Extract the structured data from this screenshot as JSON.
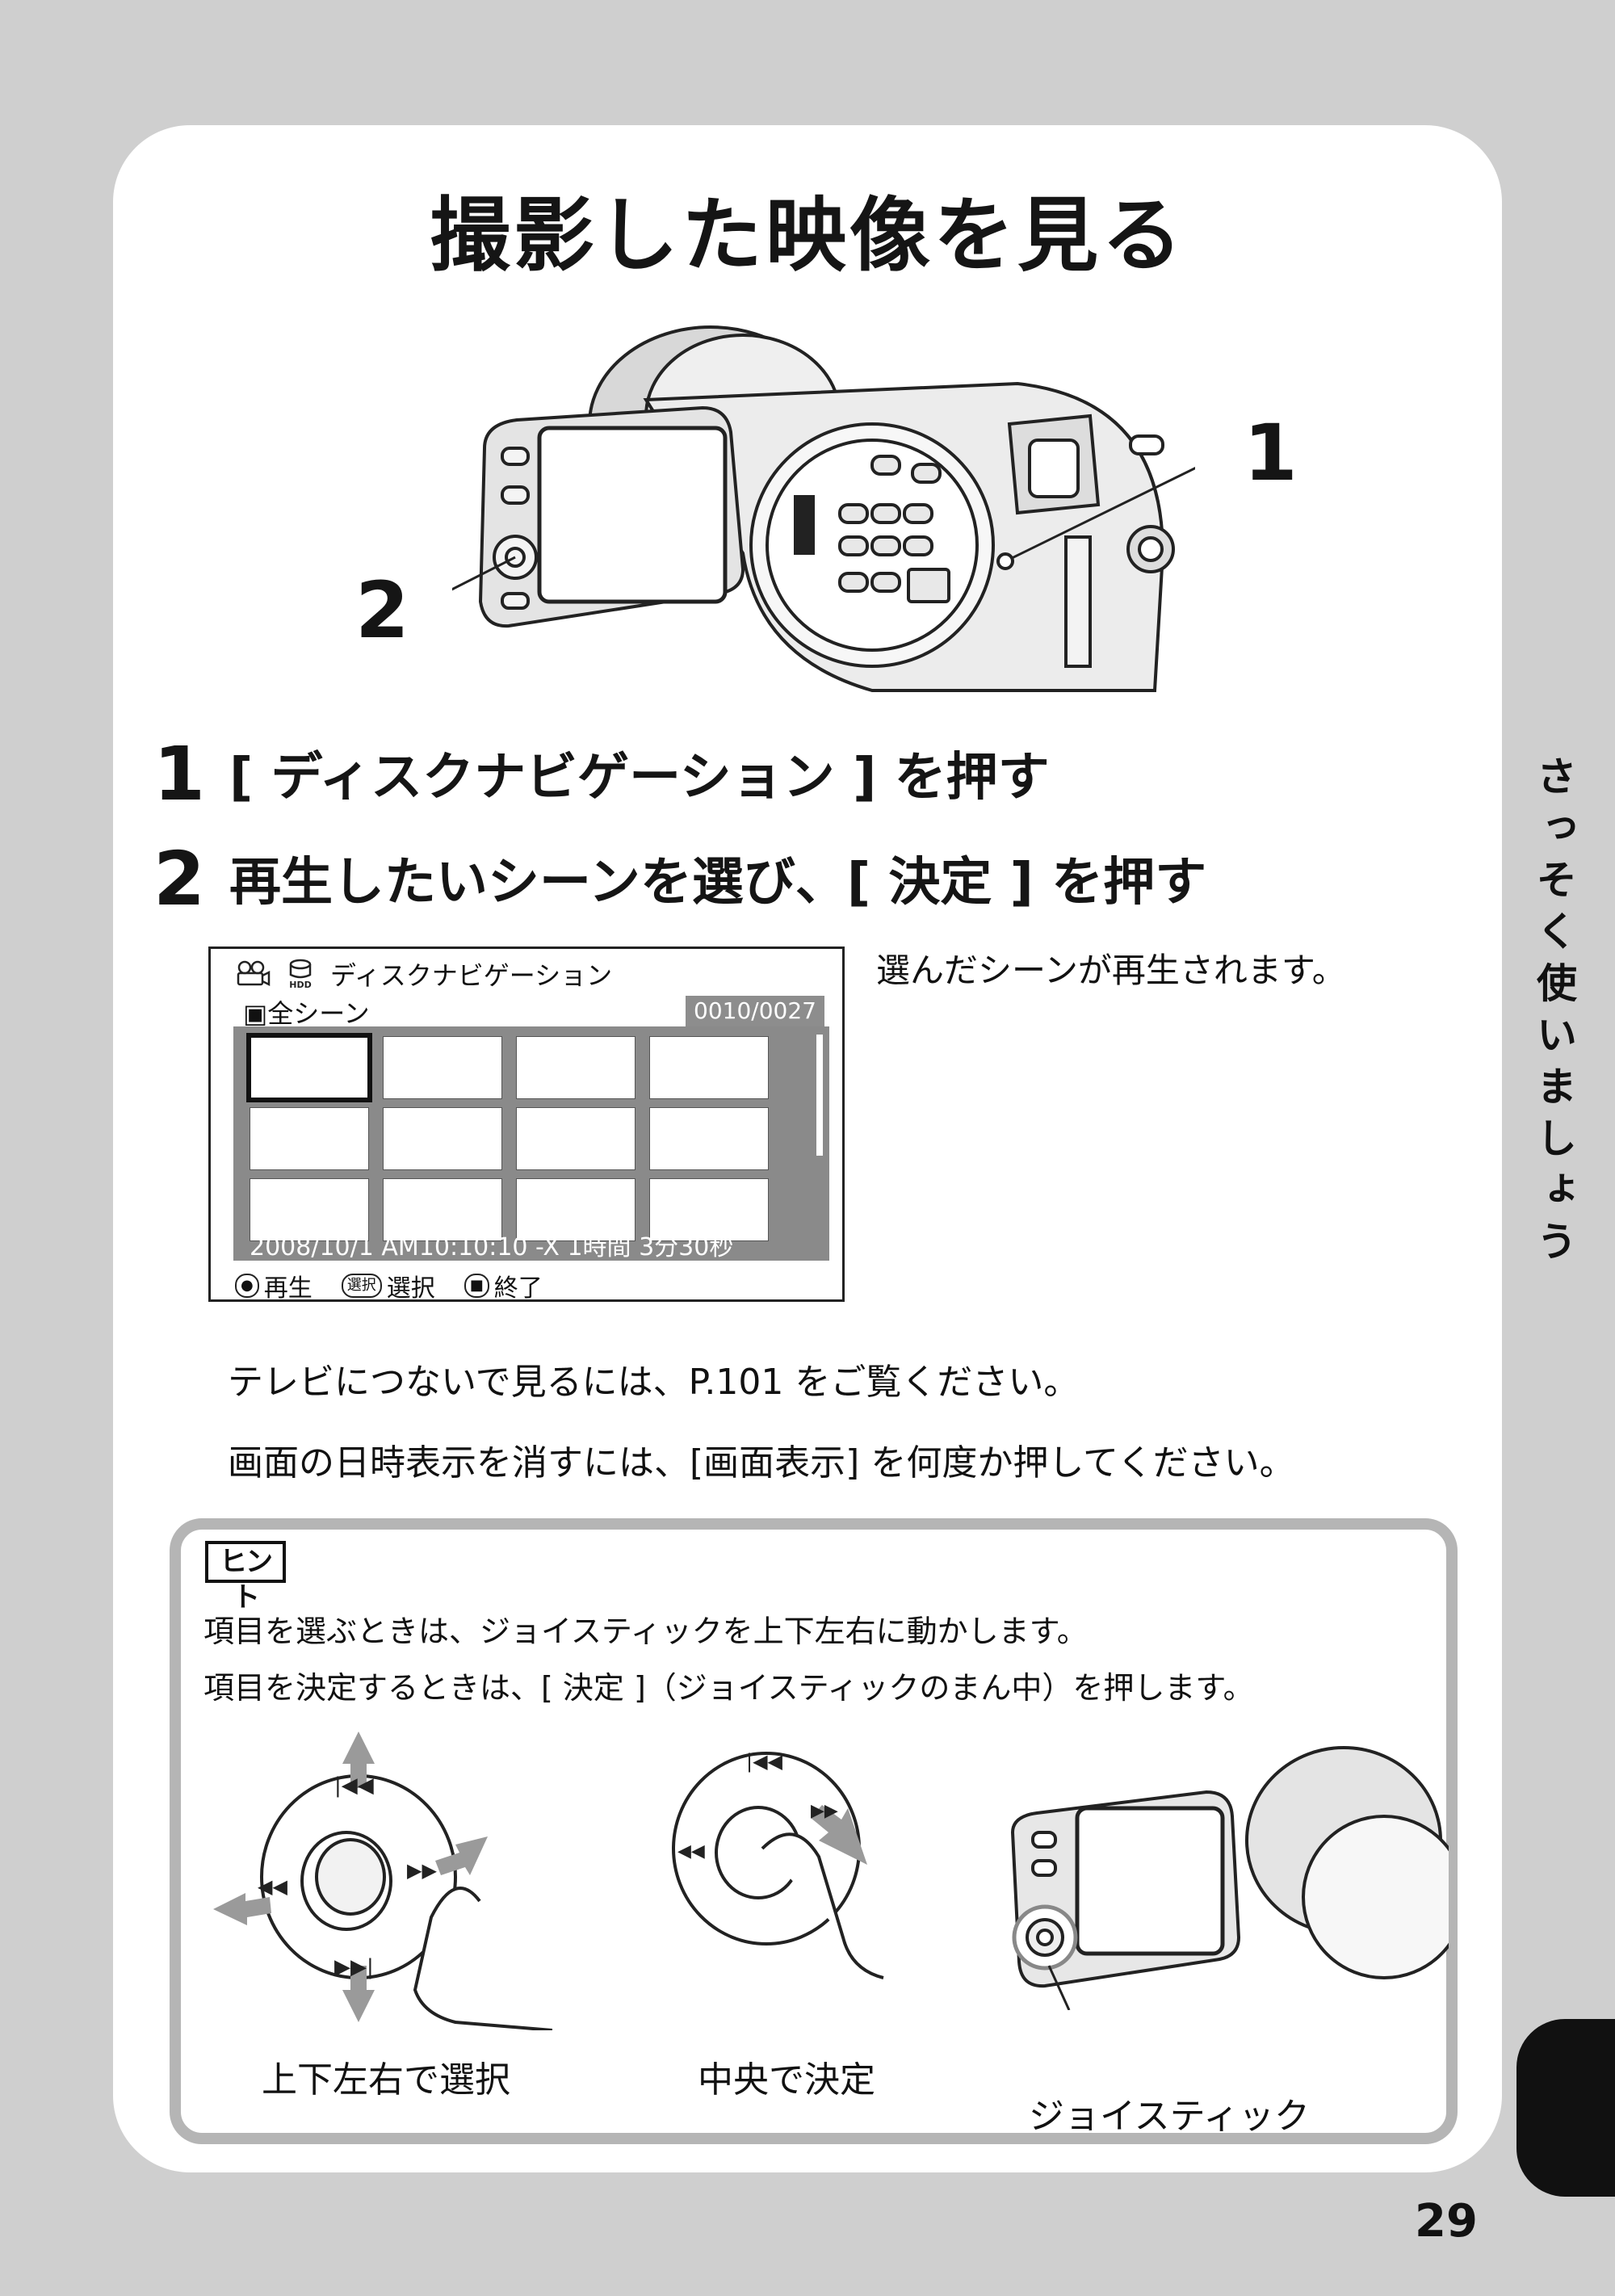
{
  "title": "撮影した映像を見る",
  "callouts": {
    "one": "1",
    "two": "2"
  },
  "steps": [
    {
      "number": "1",
      "text": "[ ディスクナビゲーション ] を押す"
    },
    {
      "number": "2",
      "text": "再生したいシーンを選び、[ 決定 ] を押す"
    }
  ],
  "screen": {
    "header": "ディスクナビゲーション",
    "hdd_label": "HDD",
    "all_scenes": "全シーン",
    "counter": "0010/0027",
    "status": "2008/10/1 AM10:10:10 -X 1時間 3分30秒",
    "footer": [
      {
        "key": "●",
        "label": "再生"
      },
      {
        "key": "選択",
        "label": "選択"
      },
      {
        "key": "■",
        "label": "終了"
      }
    ]
  },
  "result_text": "選んだシーンが再生されます。",
  "notes": [
    "テレビにつないで見るには、P.101 をご覧ください。",
    "画面の日時表示を消すには、[画面表示] を何度か押してください。"
  ],
  "hint": {
    "label": "ヒント",
    "lines": [
      "項目を選ぶときは、ジョイスティックを上下左右に動かします。",
      "項目を決定するときは、[ 決定 ]（ジョイスティックのまん中）を押します。"
    ],
    "captions": {
      "move": "上下左右で選択",
      "center": "中央で決定",
      "joystick": "ジョイスティック"
    }
  },
  "side_tab": "さっそく使いましょう",
  "page_number": "29"
}
